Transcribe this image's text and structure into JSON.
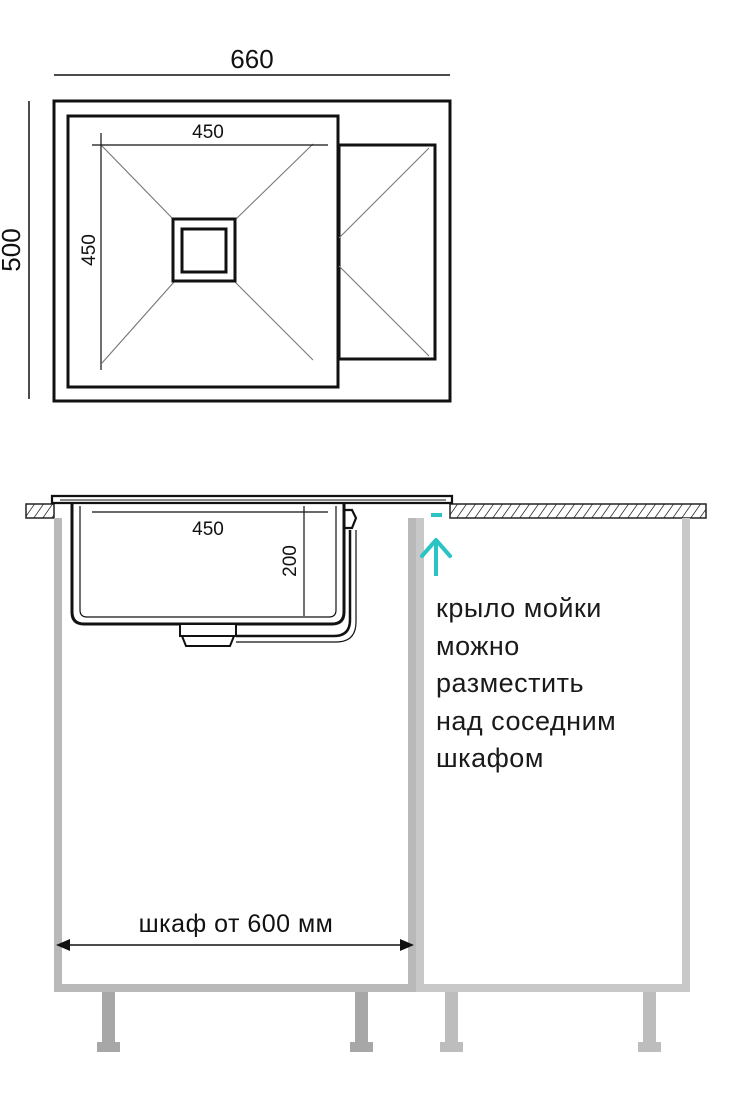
{
  "top_view": {
    "overall_width_label": "660",
    "overall_depth_label": "500",
    "bowl_width_label": "450",
    "bowl_depth_label": "450"
  },
  "section_view": {
    "bowl_width_label": "450",
    "bowl_depth_label": "200",
    "cabinet_width_label": "шкаф от 600 мм",
    "wing_note": [
      "крыло мойки",
      "можно",
      "разместить",
      "над соседним",
      "шкафом"
    ]
  },
  "colors": {
    "line": "#111111",
    "cabinet": "#b9b9b9",
    "leg": "#a7a7a7",
    "accent_arrow": "#2bc4c4"
  }
}
